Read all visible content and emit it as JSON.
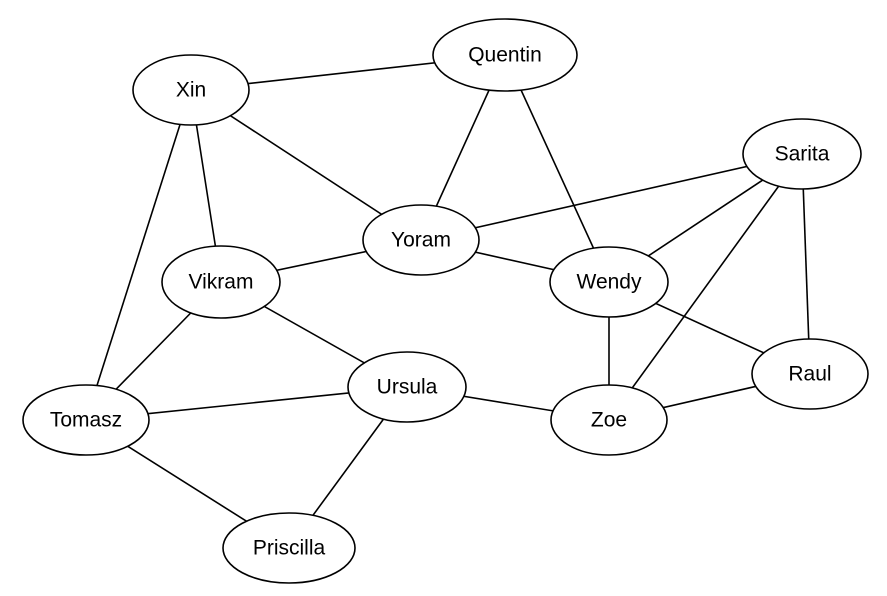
{
  "graph": {
    "nodes": [
      {
        "id": "quentin",
        "label": "Quentin"
      },
      {
        "id": "xin",
        "label": "Xin"
      },
      {
        "id": "sarita",
        "label": "Sarita"
      },
      {
        "id": "yoram",
        "label": "Yoram"
      },
      {
        "id": "vikram",
        "label": "Vikram"
      },
      {
        "id": "wendy",
        "label": "Wendy"
      },
      {
        "id": "ursula",
        "label": "Ursula"
      },
      {
        "id": "raul",
        "label": "Raul"
      },
      {
        "id": "tomasz",
        "label": "Tomasz"
      },
      {
        "id": "zoe",
        "label": "Zoe"
      },
      {
        "id": "priscilla",
        "label": "Priscilla"
      }
    ],
    "edges": [
      [
        "xin",
        "quentin"
      ],
      [
        "xin",
        "yoram"
      ],
      [
        "xin",
        "vikram"
      ],
      [
        "xin",
        "tomasz"
      ],
      [
        "quentin",
        "yoram"
      ],
      [
        "quentin",
        "wendy"
      ],
      [
        "sarita",
        "yoram"
      ],
      [
        "sarita",
        "wendy"
      ],
      [
        "sarita",
        "zoe"
      ],
      [
        "sarita",
        "raul"
      ],
      [
        "yoram",
        "vikram"
      ],
      [
        "yoram",
        "wendy"
      ],
      [
        "vikram",
        "tomasz"
      ],
      [
        "vikram",
        "ursula"
      ],
      [
        "wendy",
        "zoe"
      ],
      [
        "wendy",
        "raul"
      ],
      [
        "ursula",
        "tomasz"
      ],
      [
        "ursula",
        "zoe"
      ],
      [
        "ursula",
        "priscilla"
      ],
      [
        "tomasz",
        "priscilla"
      ],
      [
        "zoe",
        "raul"
      ]
    ]
  }
}
